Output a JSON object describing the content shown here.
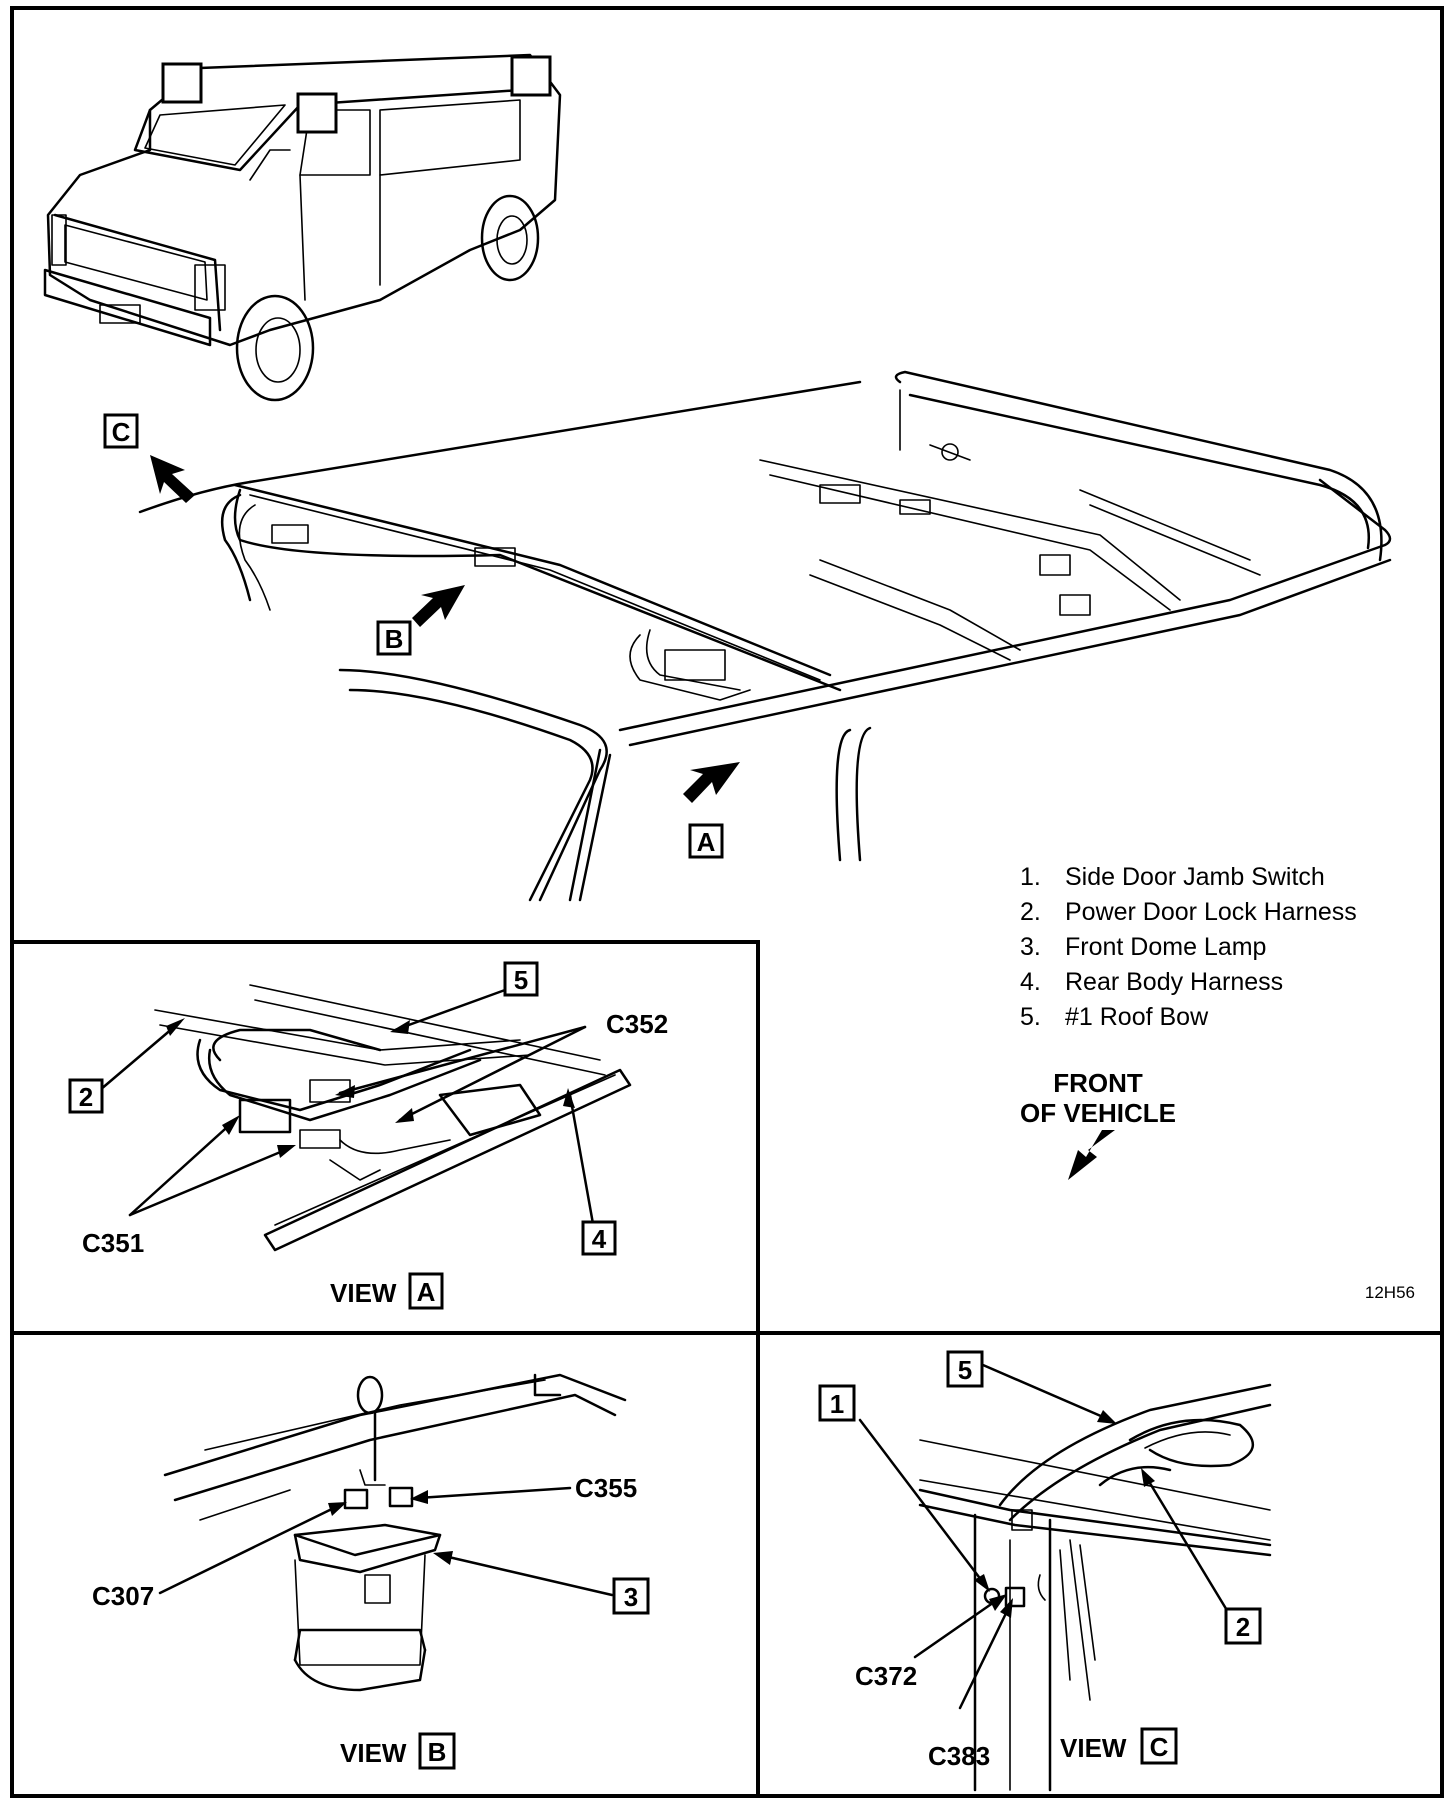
{
  "legend": [
    {
      "num": "1.",
      "text": "Side Door Jamb Switch"
    },
    {
      "num": "2.",
      "text": "Power Door Lock Harness"
    },
    {
      "num": "3.",
      "text": "Front Dome Lamp"
    },
    {
      "num": "4.",
      "text": "Rear Body Harness"
    },
    {
      "num": "5.",
      "text": "#1 Roof Bow"
    }
  ],
  "front_of_vehicle": {
    "line1": "FRONT",
    "line2": "OF VEHICLE"
  },
  "figure_code": "12H56",
  "main_callouts": {
    "a": "A",
    "b": "B",
    "c": "C"
  },
  "view_a": {
    "view_word": "VIEW",
    "view_letter": "A",
    "callouts": {
      "n2": "2",
      "n4": "4",
      "n5": "5"
    },
    "connectors": {
      "c351": "C351",
      "c352": "C352"
    }
  },
  "view_b": {
    "view_word": "VIEW",
    "view_letter": "B",
    "callouts": {
      "n3": "3"
    },
    "connectors": {
      "c307": "C307",
      "c355": "C355"
    }
  },
  "view_c": {
    "view_word": "VIEW",
    "view_letter": "C",
    "callouts": {
      "n1": "1",
      "n2": "2",
      "n5": "5"
    },
    "connectors": {
      "c372": "C372",
      "c383": "C383"
    }
  }
}
